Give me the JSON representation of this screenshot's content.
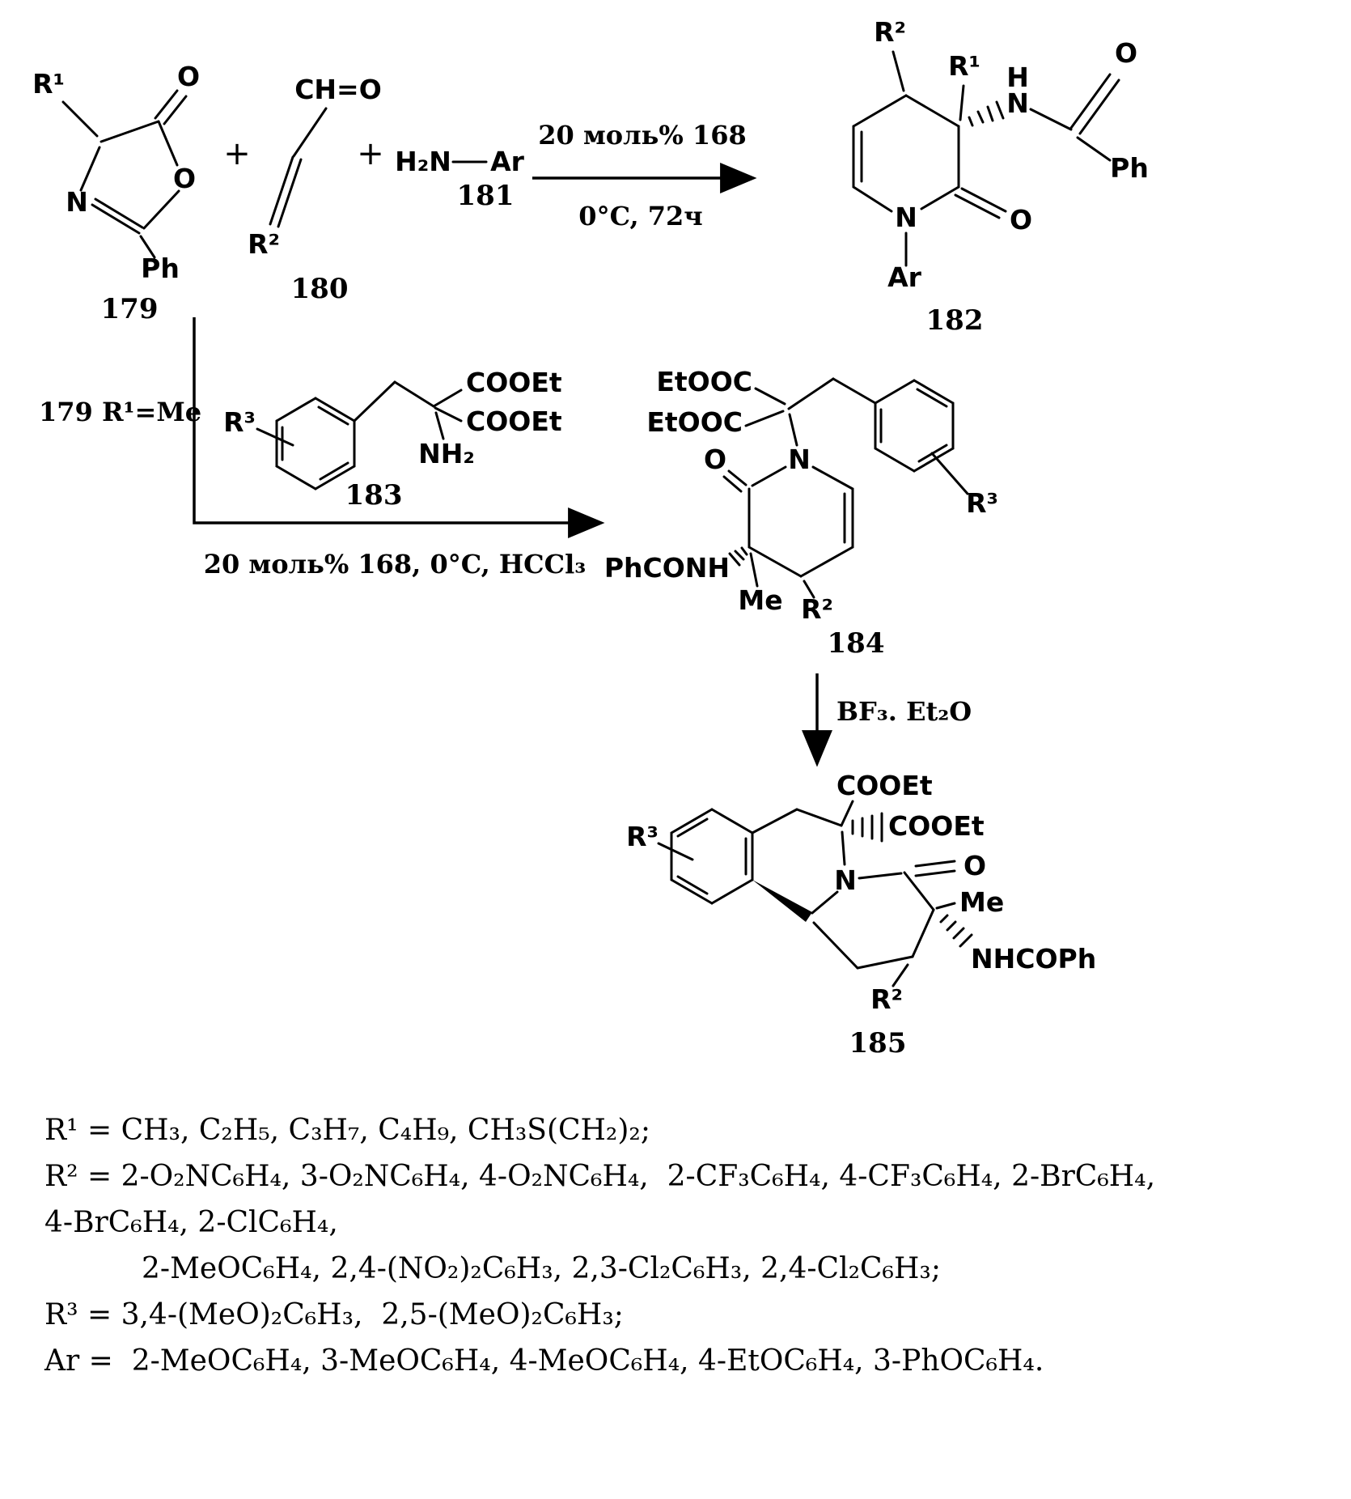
{
  "scheme": {
    "plus": "+",
    "compound179": {
      "r1": "R¹",
      "carbonyl_o": "O",
      "ring_o": "O",
      "ring_n": "N",
      "ph": "Ph",
      "number": "179"
    },
    "compound180": {
      "cho": "CH=O",
      "r2": "R²",
      "number": "180"
    },
    "compound181": {
      "h2n": "H₂N",
      "ar": "Ar",
      "number": "181"
    },
    "arrow1": {
      "above": "20 моль% 168",
      "below": "0°C, 72ч"
    },
    "compound182": {
      "r2": "R²",
      "r1": "R¹",
      "nh_h": "H",
      "nh_n": "N",
      "amide_o": "O",
      "ph": "Ph",
      "ring_o": "O",
      "ring_n": "N",
      "ar": "Ar",
      "number": "182"
    },
    "branch_condition": "179 R¹=Me",
    "compound183": {
      "r3": "R³",
      "cooet_top": "COOEt",
      "cooet_bottom": "COOEt",
      "nh2": "NH₂",
      "number": "183"
    },
    "arrow2": {
      "below": "20 моль% 168, 0°C, HCCl₃"
    },
    "compound184": {
      "etooc_top": "EtOOC",
      "etooc_bottom": "EtOOC",
      "ring_n": "N",
      "ring_o": "O",
      "phconh": "PhCONH",
      "me": "Me",
      "r2": "R²",
      "r3": "R³",
      "number": "184"
    },
    "arrow3": {
      "label": "BF₃. Et₂O"
    },
    "compound185": {
      "r3": "R³",
      "cooet_top": "COOEt",
      "cooet_right": "COOEt",
      "ring_n": "N",
      "ring_o": "O",
      "me": "Me",
      "nhcoph": "NHCOPh",
      "r2": "R²",
      "number": "185"
    }
  },
  "legend": {
    "lines": [
      "R¹ = CH₃, C₂H₅, C₃H₇, C₄H₉, CH₃S(CH₂)₂;",
      "R² = 2-O₂NC₆H₄, 3-O₂NC₆H₄, 4-O₂NC₆H₄,  2-CF₃C₆H₄, 4-CF₃C₆H₄, 2-BrC₆H₄,",
      "4-BrC₆H₄, 2-ClC₆H₄,",
      "2-MeOC₆H₄, 2,4-(NO₂)₂C₆H₃, 2,3-Cl₂C₆H₃, 2,4-Cl₂C₆H₃;",
      "R³ = 3,4-(MeO)₂C₆H₃,  2,5-(MeO)₂C₆H₃;",
      "Ar =  2-MeOC₆H₄, 3-MeOC₆H₄, 4-MeOC₆H₄, 4-EtOC₆H₄, 3-PhOC₆H₄."
    ]
  }
}
